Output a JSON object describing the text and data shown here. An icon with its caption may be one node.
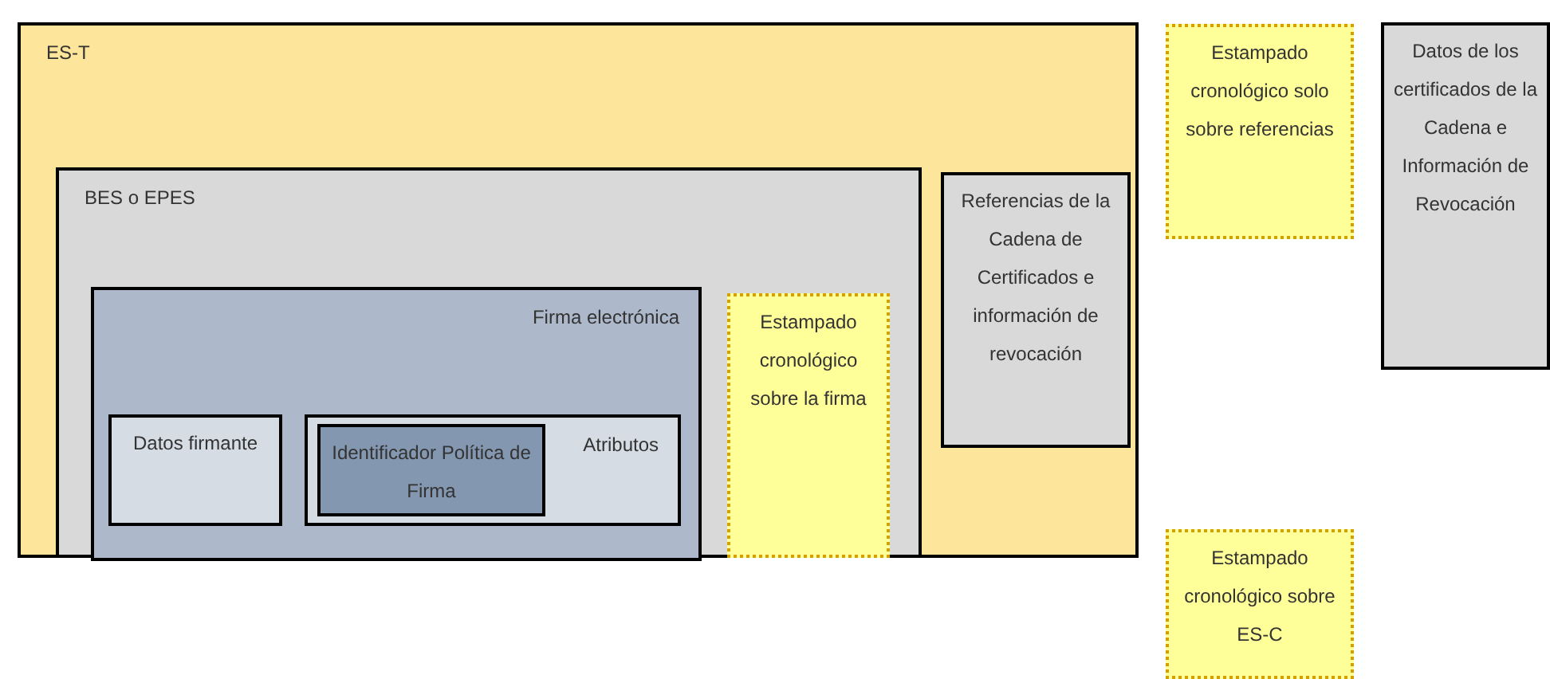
{
  "diagram": {
    "nodes": [
      {
        "text": [
          "ES-T"
        ]
      },
      {
        "text": [
          "BES o EPES"
        ],
        "in": 0
      },
      {
        "text": [
          "Firma electrónica"
        ],
        "in": 1
      },
      {
        "text": [
          "Datos firmante"
        ],
        "in": 2
      },
      {
        "text": [
          "Atributos"
        ],
        "in": 2
      },
      {
        "text": [
          "Identificador Política de Firma"
        ],
        "in": 4
      },
      {
        "text": [
          "Estampado cronológico sobre la firma"
        ],
        "in": 1
      },
      {
        "text": [
          "Referencias de la Cadena de Certificados e información de revocación"
        ],
        "in": 0
      },
      {
        "text": [
          "Estampado cronológico solo sobre referencias"
        ]
      },
      {
        "text": [
          "Datos de los certificados de la Cadena e Información de Revocación"
        ]
      },
      {
        "text": [
          "Estampado cronológico sobre ES-C"
        ]
      }
    ]
  }
}
